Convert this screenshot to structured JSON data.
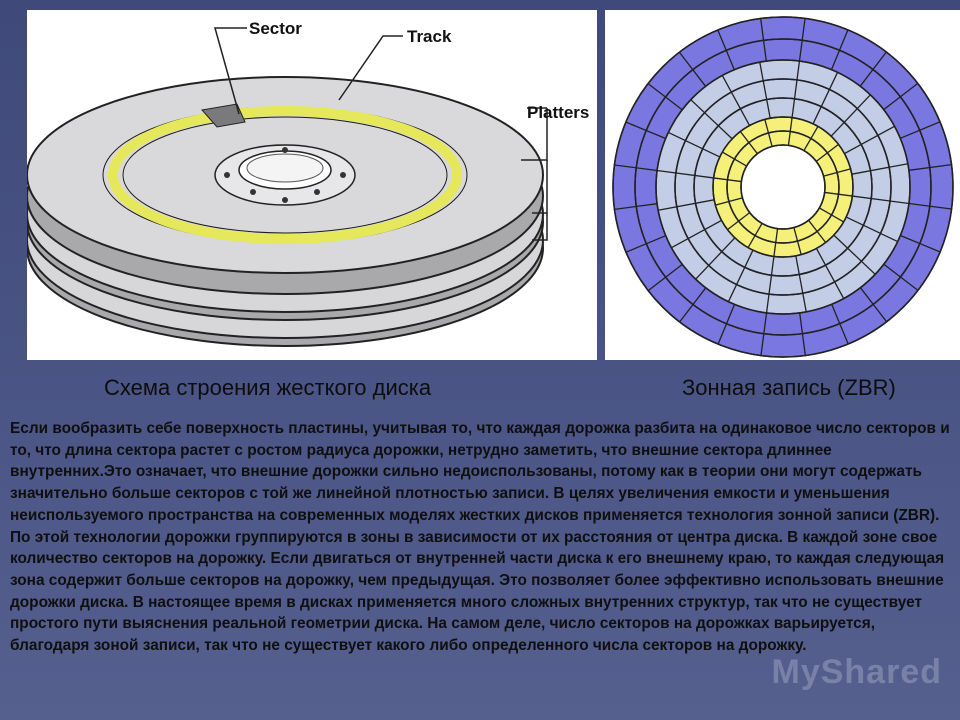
{
  "left_figure": {
    "labels": {
      "sector": "Sector",
      "track": "Track",
      "platters": "Platters"
    }
  },
  "right_figure": {
    "zones": [
      "outer-zone-blue",
      "middle-zone-gray",
      "inner-zone-yellow"
    ],
    "colors": {
      "outer": "#7a78e0",
      "middle": "#c3cde6",
      "inner": "#f5f07a"
    }
  },
  "captions": {
    "left": "Схема строения жесткого диска",
    "right": "Зонная запись (ZBR)"
  },
  "body_text": "Если вообразить себе поверхность пластины, учитывая то, что каждая дорожка разбита на одинаковое число секторов и то, что длина сектора растет с ростом радиуса дорожки, нетрудно заметить, что внешние сектора длиннее внутренних.Это означает, что внешние дорожки сильно недоиспользованы, потому как в теории они могут содержать значительно больше секторов с той же линейной плотностью записи. В целях увеличения емкости и уменьшения неиспользуемого пространства на современных моделях жестких дисков применяется технология зонной записи (ZBR). По этой технологии дорожки группируются в зоны в зависимости от их расстояния от центра диска. В каждой зоне свое количество секторов на дорожку. Если двигаться от внутренней части диска к его внешнему краю, то каждая следующая зона содержит больше секторов на дорожку, чем предыдущая. Это позволяет более эффективно использовать внешние дорожки диска. В настоящее время в дисках применяется много сложных внутренних структур, так что не существует простого пути выяснения реальной геометрии диска. На самом деле, число секторов на дорожках варьируется, благодаря зоной записи, так что не существует какого либо определенного числа секторов на дорожку.",
  "watermark": "MyShared"
}
